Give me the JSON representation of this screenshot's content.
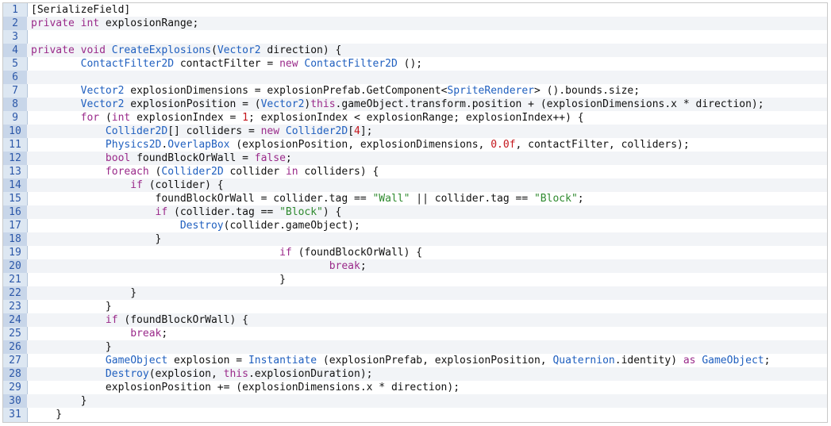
{
  "lines": [
    {
      "n": "1",
      "segs": [
        [
          "plain",
          "[SerializeField]"
        ]
      ]
    },
    {
      "n": "2",
      "segs": [
        [
          "kw",
          "private int "
        ],
        [
          "plain",
          "explosionRange;"
        ]
      ]
    },
    {
      "n": "3",
      "segs": []
    },
    {
      "n": "4",
      "segs": [
        [
          "kw",
          "private void "
        ],
        [
          "fn",
          "CreateExplosions"
        ],
        [
          "plain",
          "("
        ],
        [
          "ty",
          "Vector2"
        ],
        [
          "plain",
          " direction) {"
        ]
      ]
    },
    {
      "n": "5",
      "segs": [
        [
          "plain",
          "        "
        ],
        [
          "ty",
          "ContactFilter2D"
        ],
        [
          "plain",
          " contactFilter = "
        ],
        [
          "kw",
          "new "
        ],
        [
          "ty",
          "ContactFilter2D"
        ],
        [
          "plain",
          " ();"
        ]
      ]
    },
    {
      "n": "6",
      "segs": []
    },
    {
      "n": "7",
      "segs": [
        [
          "plain",
          "        "
        ],
        [
          "ty",
          "Vector2"
        ],
        [
          "plain",
          " explosionDimensions = explosionPrefab.GetComponent<"
        ],
        [
          "ty",
          "SpriteRenderer"
        ],
        [
          "plain",
          "> ().bounds.size;"
        ]
      ]
    },
    {
      "n": "8",
      "segs": [
        [
          "plain",
          "        "
        ],
        [
          "ty",
          "Vector2"
        ],
        [
          "plain",
          " explosionPosition = ("
        ],
        [
          "ty",
          "Vector2"
        ],
        [
          "plain",
          ")"
        ],
        [
          "kw",
          "this"
        ],
        [
          "plain",
          ".gameObject.transform.position + (explosionDimensions.x * direction);"
        ]
      ]
    },
    {
      "n": "9",
      "segs": [
        [
          "plain",
          "        "
        ],
        [
          "kw",
          "for "
        ],
        [
          "plain",
          "("
        ],
        [
          "kw",
          "int "
        ],
        [
          "plain",
          "explosionIndex = "
        ],
        [
          "num",
          "1"
        ],
        [
          "plain",
          "; explosionIndex < explosionRange; explosionIndex++) {"
        ]
      ]
    },
    {
      "n": "10",
      "segs": [
        [
          "plain",
          "            "
        ],
        [
          "ty",
          "Collider2D"
        ],
        [
          "plain",
          "[] colliders = "
        ],
        [
          "kw",
          "new "
        ],
        [
          "ty",
          "Collider2D"
        ],
        [
          "plain",
          "["
        ],
        [
          "num",
          "4"
        ],
        [
          "plain",
          "];"
        ]
      ]
    },
    {
      "n": "11",
      "segs": [
        [
          "plain",
          "            "
        ],
        [
          "ty",
          "Physics2D"
        ],
        [
          "plain",
          "."
        ],
        [
          "fn",
          "OverlapBox"
        ],
        [
          "plain",
          " (explosionPosition, explosionDimensions, "
        ],
        [
          "num",
          "0.0f"
        ],
        [
          "plain",
          ", contactFilter, colliders);"
        ]
      ]
    },
    {
      "n": "12",
      "segs": [
        [
          "plain",
          "            "
        ],
        [
          "kw",
          "bool "
        ],
        [
          "plain",
          "foundBlockOrWall = "
        ],
        [
          "kw",
          "false"
        ],
        [
          "plain",
          ";"
        ]
      ]
    },
    {
      "n": "13",
      "segs": [
        [
          "plain",
          "            "
        ],
        [
          "kw",
          "foreach "
        ],
        [
          "plain",
          "("
        ],
        [
          "ty",
          "Collider2D"
        ],
        [
          "plain",
          " collider "
        ],
        [
          "kw",
          "in "
        ],
        [
          "plain",
          "colliders) {"
        ]
      ]
    },
    {
      "n": "14",
      "segs": [
        [
          "plain",
          "                "
        ],
        [
          "kw",
          "if "
        ],
        [
          "plain",
          "(collider) {"
        ]
      ]
    },
    {
      "n": "15",
      "segs": [
        [
          "plain",
          "                    foundBlockOrWall = collider.tag == "
        ],
        [
          "str",
          "\"Wall\""
        ],
        [
          "plain",
          " || collider.tag == "
        ],
        [
          "str",
          "\"Block\""
        ],
        [
          "plain",
          ";"
        ]
      ]
    },
    {
      "n": "16",
      "segs": [
        [
          "plain",
          "                    "
        ],
        [
          "kw",
          "if "
        ],
        [
          "plain",
          "(collider.tag == "
        ],
        [
          "str",
          "\"Block\""
        ],
        [
          "plain",
          ") {"
        ]
      ]
    },
    {
      "n": "17",
      "segs": [
        [
          "plain",
          "                        "
        ],
        [
          "fn",
          "Destroy"
        ],
        [
          "plain",
          "(collider.gameObject);"
        ]
      ]
    },
    {
      "n": "18",
      "segs": [
        [
          "plain",
          "                    }"
        ]
      ]
    },
    {
      "n": "19",
      "segs": [
        [
          "plain",
          "                                        "
        ],
        [
          "kw",
          "if "
        ],
        [
          "plain",
          "(foundBlockOrWall) {"
        ]
      ]
    },
    {
      "n": "20",
      "segs": [
        [
          "plain",
          "                                                "
        ],
        [
          "kw",
          "break"
        ],
        [
          "plain",
          ";"
        ]
      ]
    },
    {
      "n": "21",
      "segs": [
        [
          "plain",
          "                                        }"
        ]
      ]
    },
    {
      "n": "22",
      "segs": [
        [
          "plain",
          "                }"
        ]
      ]
    },
    {
      "n": "23",
      "segs": [
        [
          "plain",
          "            }"
        ]
      ]
    },
    {
      "n": "24",
      "segs": [
        [
          "plain",
          "            "
        ],
        [
          "kw",
          "if "
        ],
        [
          "plain",
          "(foundBlockOrWall) {"
        ]
      ]
    },
    {
      "n": "25",
      "segs": [
        [
          "plain",
          "                "
        ],
        [
          "kw",
          "break"
        ],
        [
          "plain",
          ";"
        ]
      ]
    },
    {
      "n": "26",
      "segs": [
        [
          "plain",
          "            }"
        ]
      ]
    },
    {
      "n": "27",
      "segs": [
        [
          "plain",
          "            "
        ],
        [
          "ty",
          "GameObject"
        ],
        [
          "plain",
          " explosion = "
        ],
        [
          "fn",
          "Instantiate"
        ],
        [
          "plain",
          " (explosionPrefab, explosionPosition, "
        ],
        [
          "ty",
          "Quaternion"
        ],
        [
          "plain",
          ".identity) "
        ],
        [
          "kw",
          "as "
        ],
        [
          "ty",
          "GameObject"
        ],
        [
          "plain",
          ";"
        ]
      ]
    },
    {
      "n": "28",
      "segs": [
        [
          "plain",
          "            "
        ],
        [
          "fn",
          "Destroy"
        ],
        [
          "plain",
          "(explosion, "
        ],
        [
          "kw",
          "this"
        ],
        [
          "plain",
          ".explosionDuration);"
        ]
      ]
    },
    {
      "n": "29",
      "segs": [
        [
          "plain",
          "            explosionPosition += (explosionDimensions.x * direction);"
        ]
      ]
    },
    {
      "n": "30",
      "segs": [
        [
          "plain",
          "        }"
        ]
      ]
    },
    {
      "n": "31",
      "segs": [
        [
          "plain",
          "    }"
        ]
      ]
    }
  ]
}
